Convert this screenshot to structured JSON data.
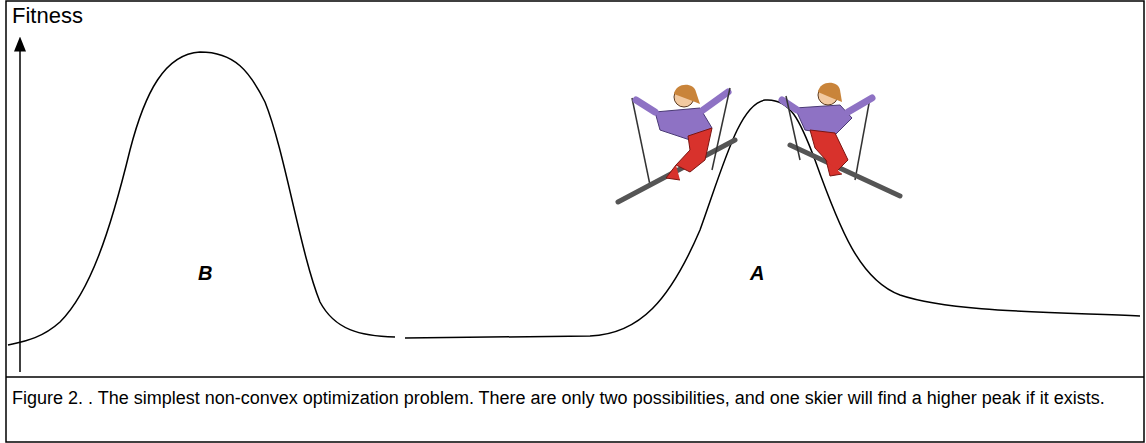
{
  "diagram": {
    "caption": "Figure 2. . The simplest non-convex optimization problem. There are only two possibilities, and one skier will find a higher peak if it exists.",
    "labels": [
      "Fitness",
      "B",
      "A"
    ]
  }
}
